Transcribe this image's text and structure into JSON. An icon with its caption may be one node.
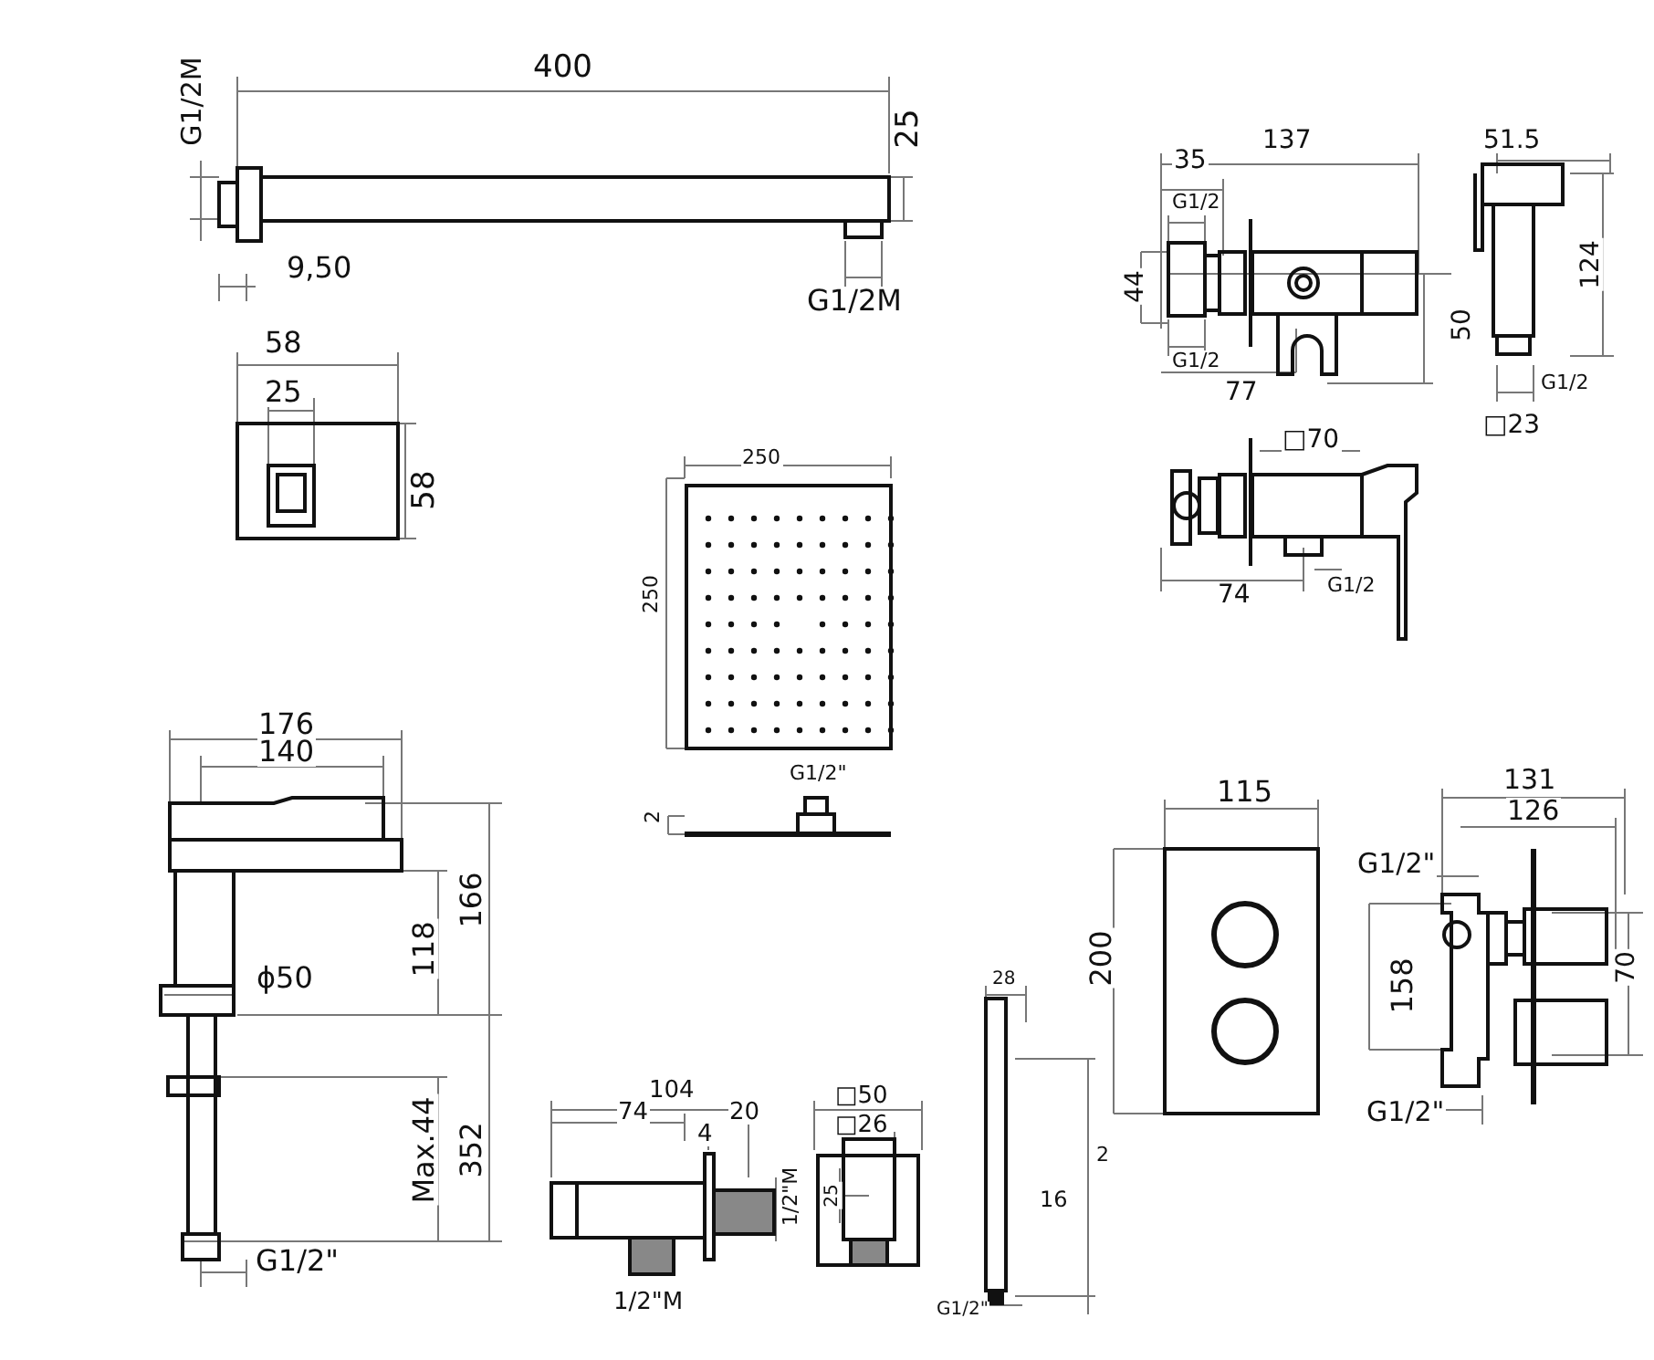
{
  "diagram": {
    "labels": [
      "400",
      "G1/2M",
      "25",
      "9,50",
      "G1/2M",
      "58",
      "25",
      "58",
      "137",
      "35",
      "G1/2",
      "44",
      "G1/2",
      "77",
      "50",
      "51.5",
      "124",
      "G1/2",
      "□23",
      "□70",
      "74",
      "G1/2",
      "250",
      "250",
      "G1/2\"",
      "2",
      "176",
      "140",
      "166",
      "118",
      "ϕ50",
      "Max.44",
      "352",
      "G1/2\"",
      "104",
      "74",
      "20",
      "4",
      "1/2\"M",
      "1/2\"M",
      "□50",
      "□26",
      "25",
      "28",
      "16",
      "2",
      "G1/2\"",
      "115",
      "200",
      "131",
      "126",
      "G1/2\"",
      "158",
      "70",
      "G1/2\""
    ]
  }
}
